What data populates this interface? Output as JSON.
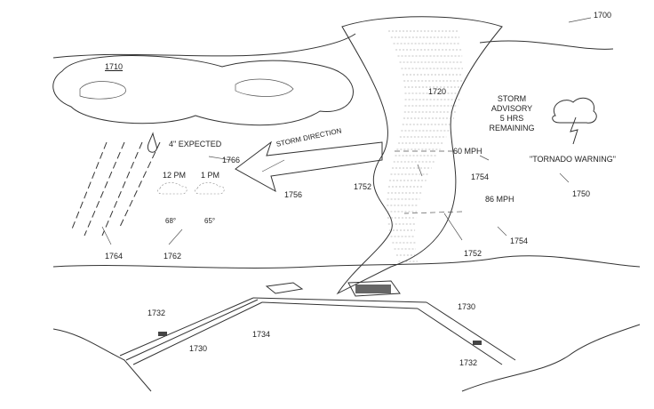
{
  "figure": {
    "ref_main": "1700",
    "ref_cloud": "1710",
    "ref_tornado": "1720",
    "advisory": [
      "STORM",
      "ADVISORY",
      "5 HRS",
      "REMAINING"
    ],
    "warning": "\"TORNADO WARNING\"",
    "ref_warning": "1750",
    "wind_speeds": [
      {
        "label": "60 MPH",
        "ref": "1754"
      },
      {
        "label": "86 MPH",
        "ref": "1754"
      }
    ],
    "ref_rotation_a": "1752",
    "ref_rotation_b": "1752",
    "storm_direction": "STORM DIRECTION",
    "ref_direction": "1756",
    "rain_expected": "4\" EXPECTED",
    "ref_rain": "1766",
    "forecast": [
      {
        "time": "12 PM",
        "temp": "68°"
      },
      {
        "time": "1 PM",
        "temp": "65°"
      }
    ],
    "ref_forecast": "1762",
    "ref_rain_lines": "1764",
    "ref_vehicle_left": "1732",
    "ref_road_left": "1730",
    "ref_structure": "1734",
    "ref_road_right": "1730",
    "ref_vehicle_right": "1732"
  }
}
